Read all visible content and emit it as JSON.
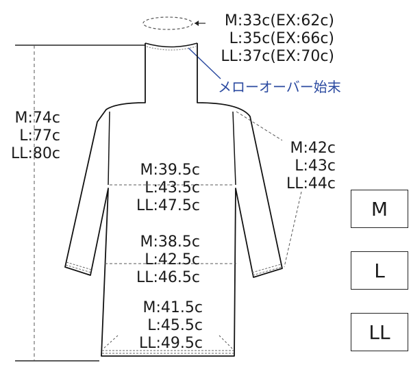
{
  "neck": {
    "lines": [
      "M:33c(EX:62c)",
      "L:35c(EX:66c)",
      "LL:37c(EX:70c)"
    ],
    "note": "メローオーバー始末"
  },
  "length": {
    "lines": [
      "M:74c",
      "L:77c",
      "LL:80c"
    ]
  },
  "sleeve": {
    "lines": [
      "M:42c",
      "L:43c",
      "LL:44c"
    ]
  },
  "chest": {
    "lines": [
      "M:39.5c",
      "L:43.5c",
      "LL:47.5c"
    ]
  },
  "waist": {
    "lines": [
      "M:38.5c",
      "L:42.5c",
      "LL:46.5c"
    ]
  },
  "hem": {
    "lines": [
      "M:41.5c",
      "L:45.5c",
      "LL:49.5c"
    ]
  },
  "sizes": [
    "M",
    "L",
    "LL"
  ],
  "colors": {
    "ink": "#1a1a1a",
    "note": "#2b4aa0"
  }
}
